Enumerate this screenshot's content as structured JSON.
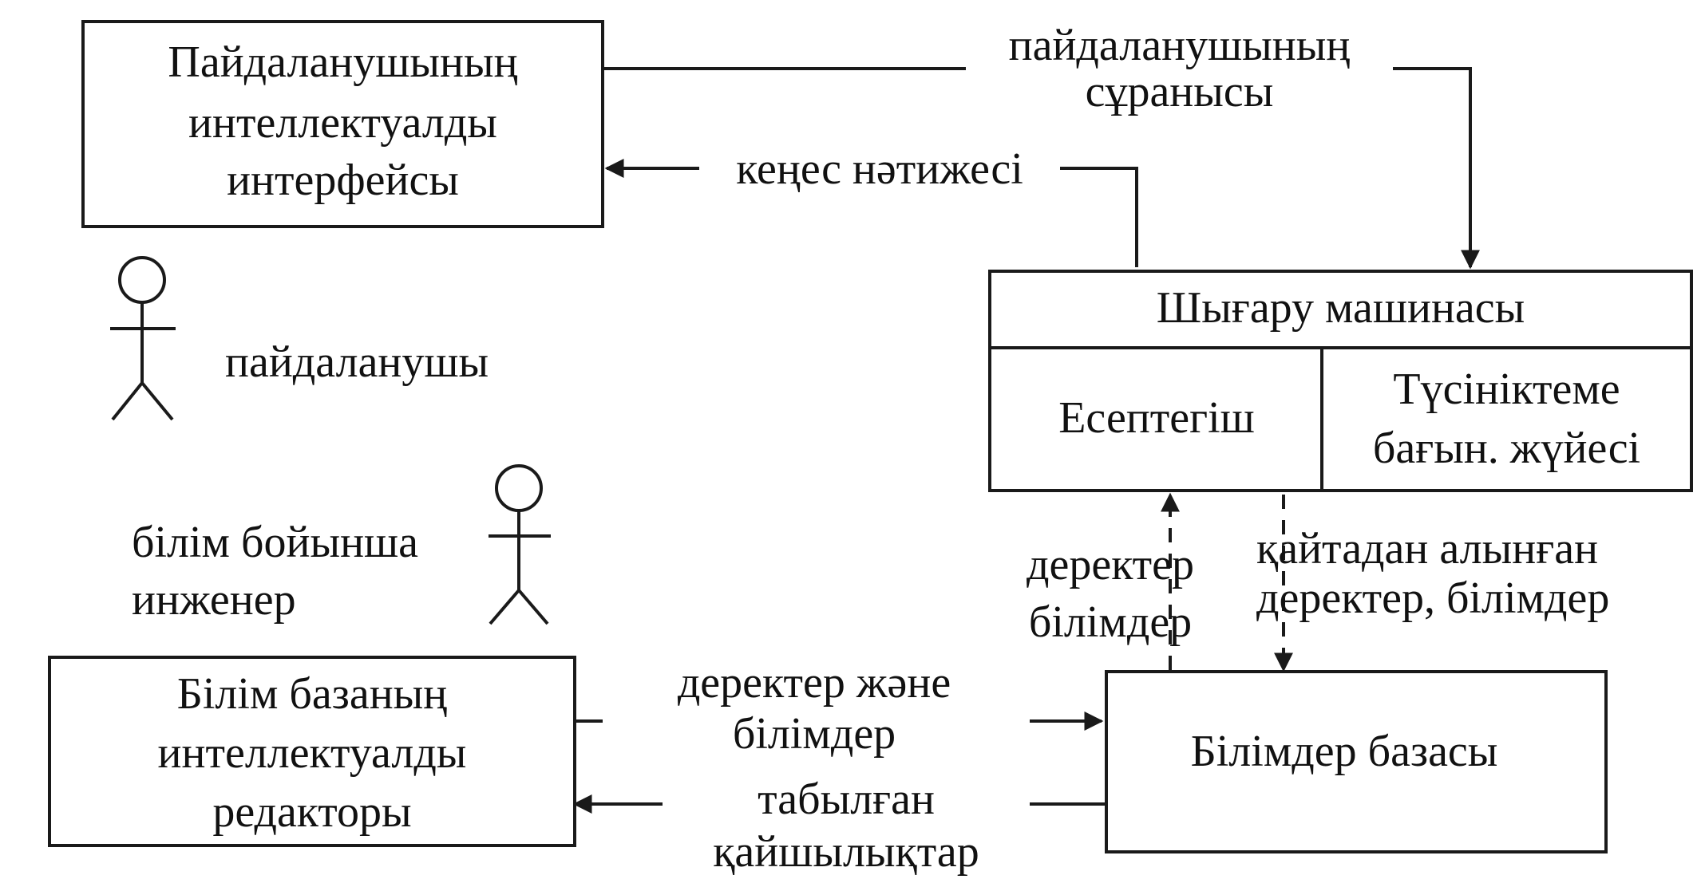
{
  "user_interface": {
    "line1": "Пайдаланушының",
    "line2": "интеллектуалды",
    "line3": "интерфейсы"
  },
  "knowledge_editor": {
    "line1": "Білім базаның",
    "line2": "интеллектуалды",
    "line3": "редакторы"
  },
  "inference_engine": {
    "title": "Шығару машинасы",
    "calculator": "Есептегіш",
    "explanation_line1": "Түсініктеме",
    "explanation_line2": "бағын. жүйесі"
  },
  "knowledge_base": {
    "label": "Білімдер базасы"
  },
  "actors": {
    "user": "пайдаланушы",
    "engineer_line1": "білім бойынша",
    "engineer_line2": "инженер"
  },
  "flows": {
    "user_request_line1": "пайдаланушының",
    "user_request_line2": "сұранысы",
    "advice_result": "кеңес нәтижесі",
    "data_knowledge_line1": "деректер",
    "data_knowledge_line2": "білімдер",
    "retrieved_line1": "қайтадан алынған",
    "retrieved_line2": "деректер, білімдер",
    "data_and_knowledge_line1": "деректер және",
    "data_and_knowledge_line2": "білімдер",
    "found_conflicts_line1": "табылған",
    "found_conflicts_line2": "қайшылықтар"
  }
}
